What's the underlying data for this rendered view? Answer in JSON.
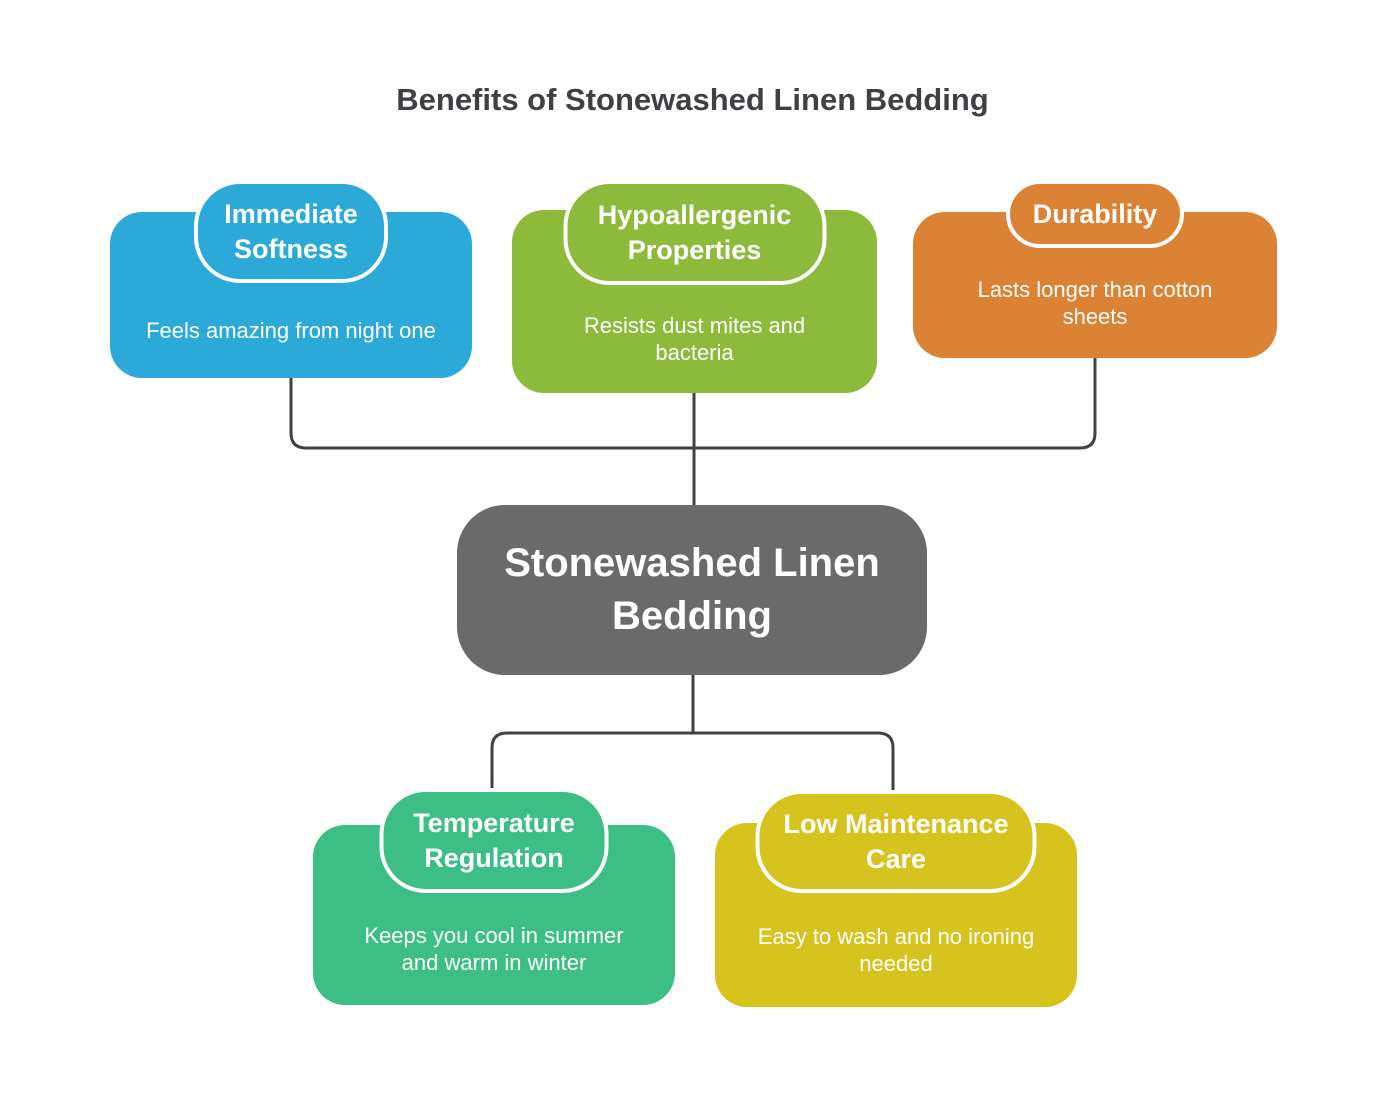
{
  "title": {
    "text": "Benefits of Stonewashed Linen Bedding",
    "color": "#3E4043"
  },
  "center_node": {
    "label": "Stonewashed Linen Bedding",
    "color": "#6A6A6A"
  },
  "connector_color": "#3F4245",
  "background_color": "#FFFFFF",
  "cards": [
    {
      "title": "Immediate Softness",
      "description": "Feels amazing from night one",
      "color": "#2BA9D8"
    },
    {
      "title": "Hypoallergenic Properties",
      "description": "Resists dust mites and bacteria",
      "color": "#8CBB3B"
    },
    {
      "title": "Durability",
      "description": "Lasts longer than cotton sheets",
      "color": "#DC8234"
    },
    {
      "title": "Temperature Regulation",
      "description": "Keeps you cool in summer and warm in winter",
      "color": "#3DBE85"
    },
    {
      "title": "Low Maintenance Care",
      "description": "Easy to wash and no ironing needed",
      "color": "#D7C31E"
    }
  ]
}
